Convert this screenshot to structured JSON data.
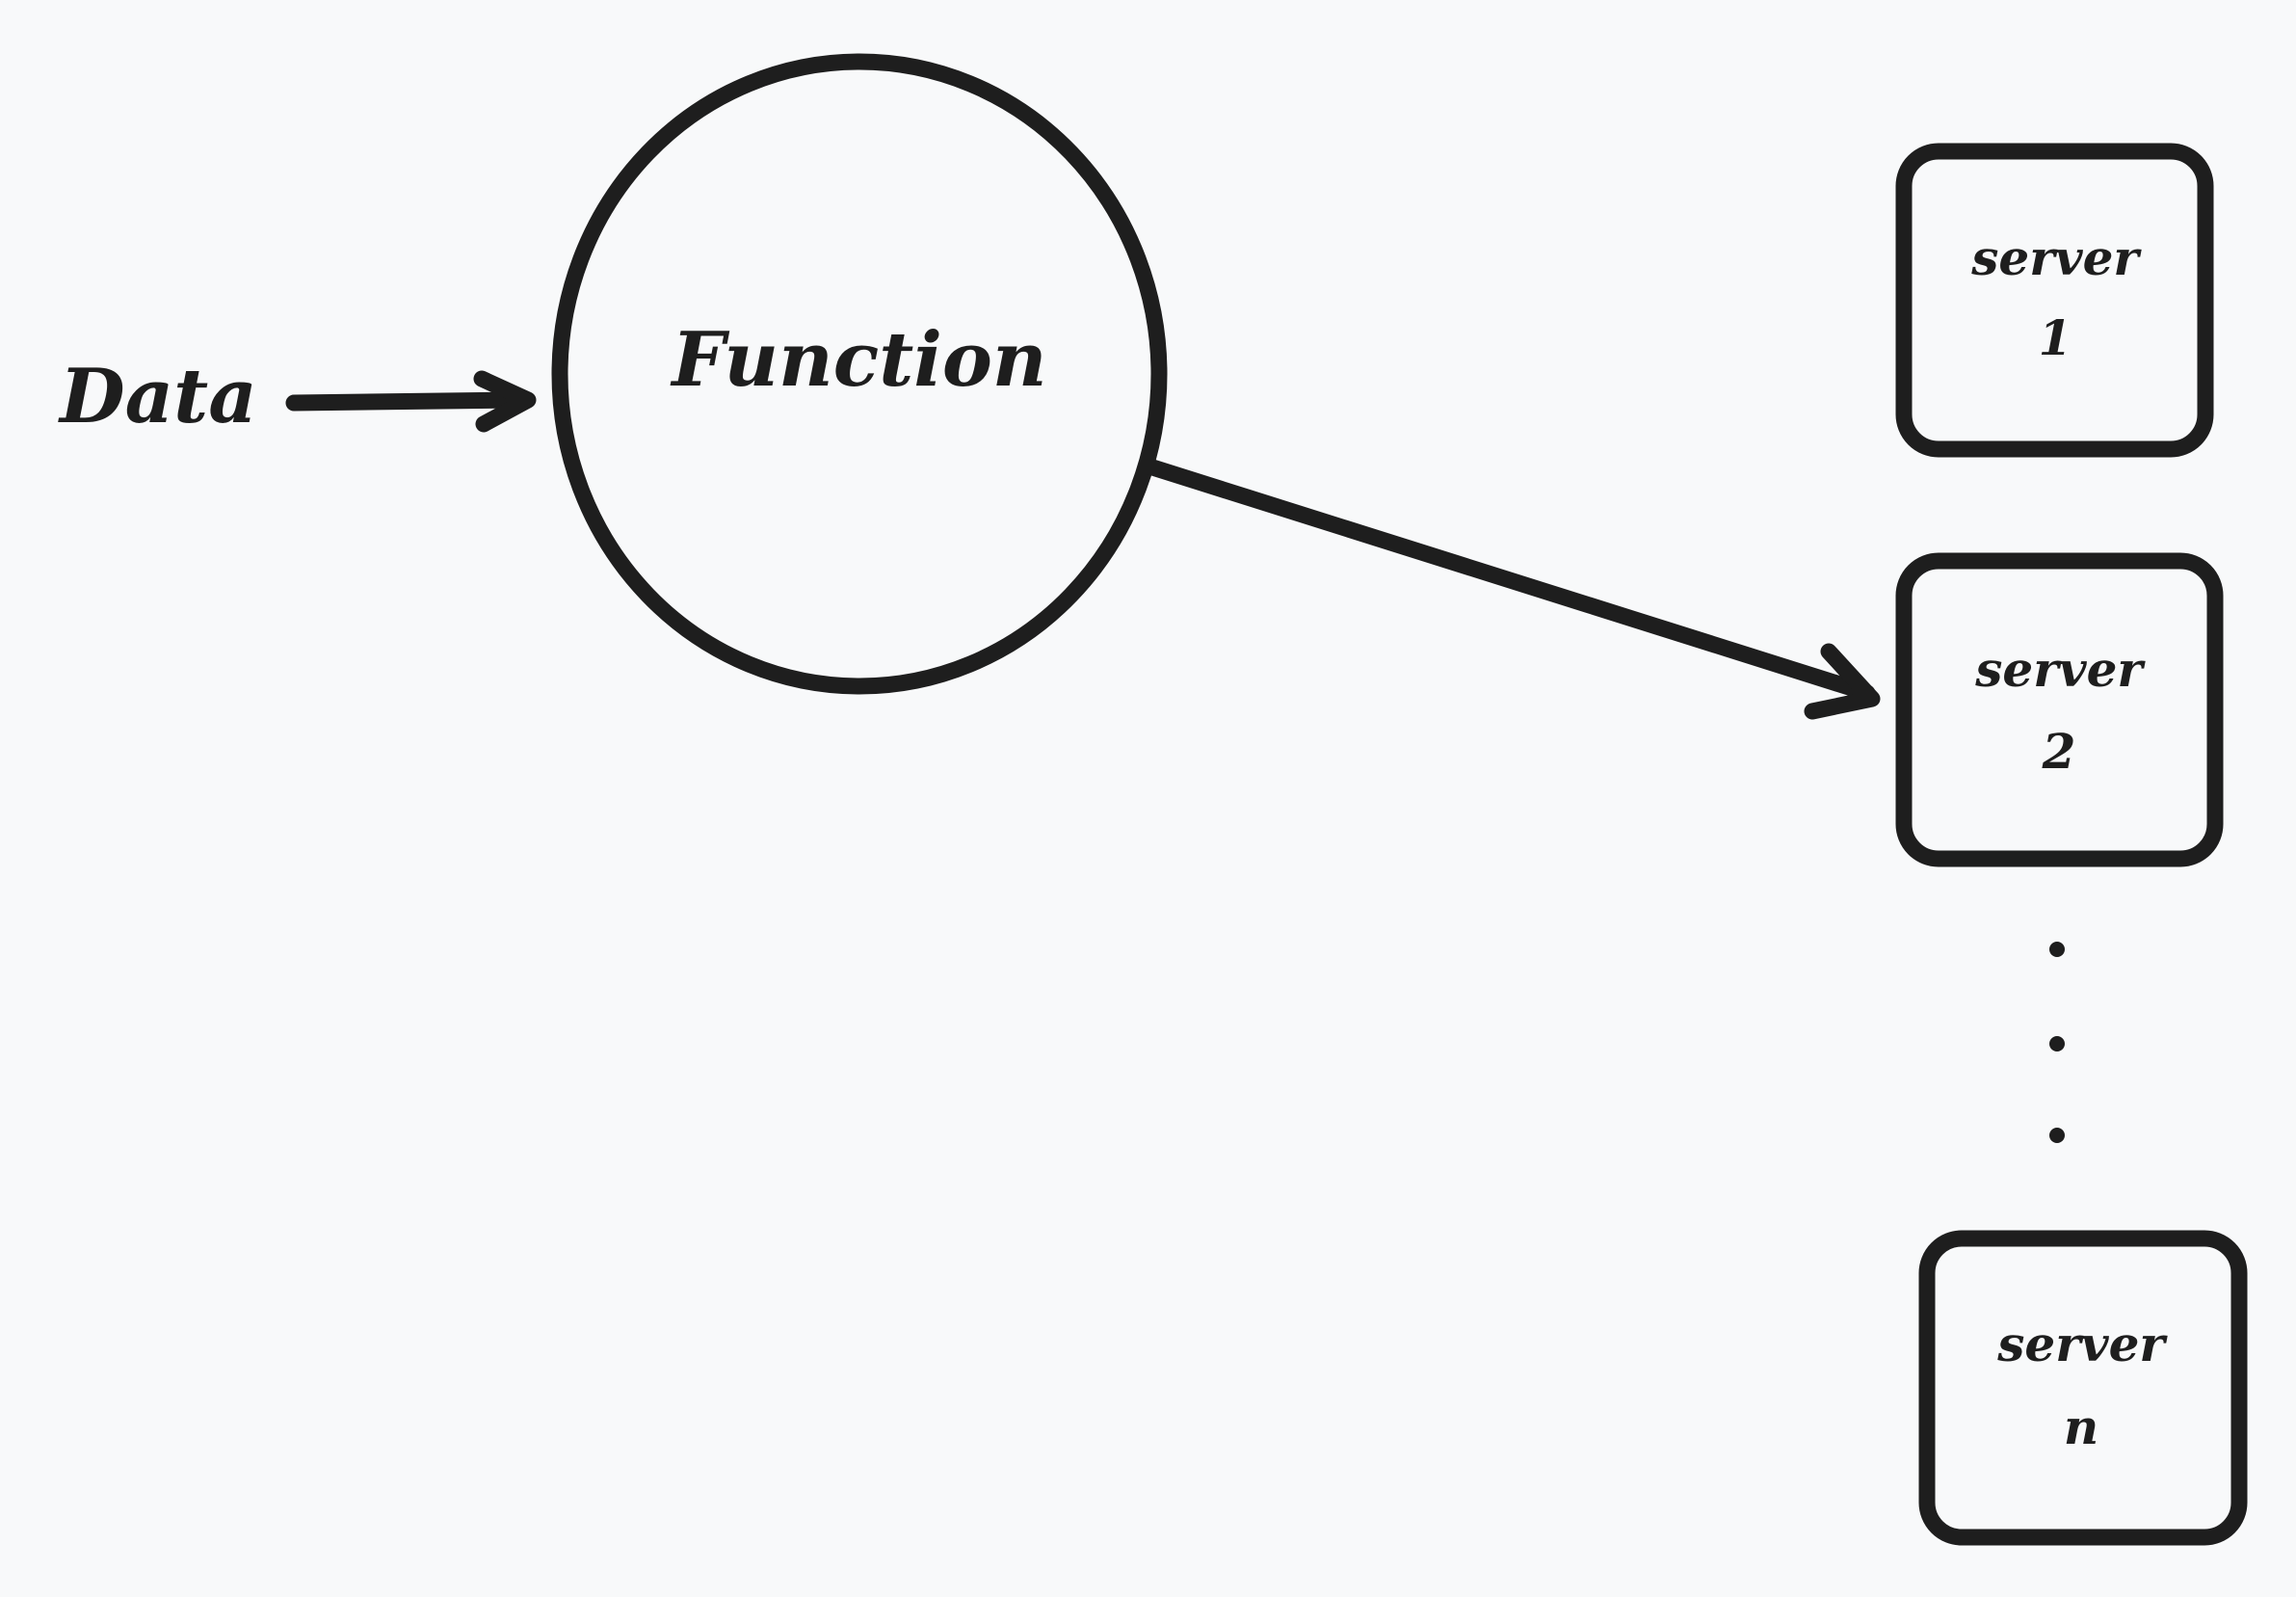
{
  "input": {
    "label": "Data"
  },
  "function_node": {
    "label": "Function"
  },
  "servers": [
    {
      "line1": "server",
      "line2": "1"
    },
    {
      "line1": "server",
      "line2": "2"
    },
    {
      "line1": "server",
      "line2": "n"
    }
  ],
  "colors": {
    "background": "#f8f9fa",
    "stroke": "#1e1e1e"
  }
}
